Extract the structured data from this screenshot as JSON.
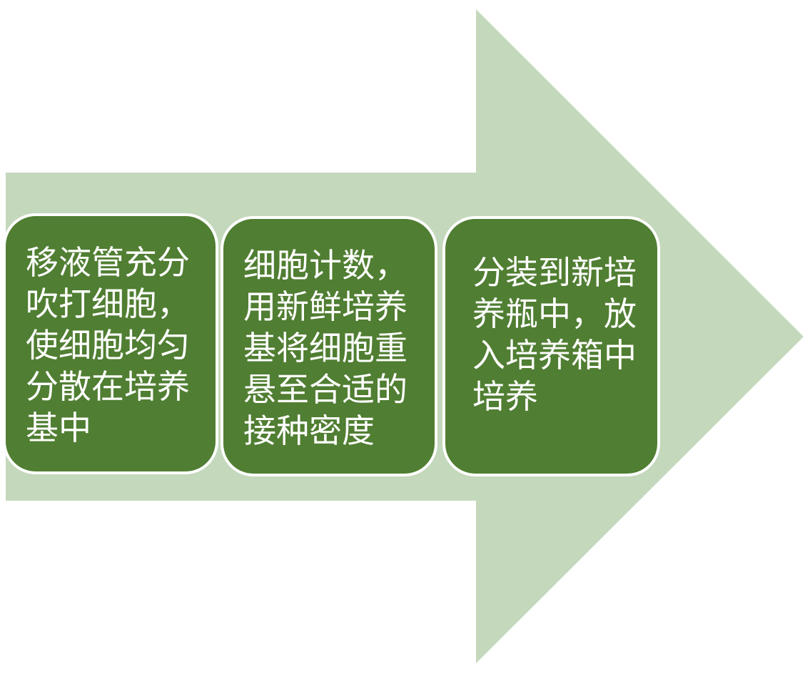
{
  "diagram": {
    "type": "process-arrow",
    "colors": {
      "arrow_fill": "#c4d8bc",
      "step_fill": "#507e32",
      "step_border": "#ffffff",
      "text": "#ffffff"
    },
    "steps": [
      {
        "text": "移液管充分吹打细胞，使细胞均匀分散在培养基中",
        "lines": [
          "移液管充分",
          "吹打细胞，",
          "使细胞均匀",
          "分散在培养",
          "基中"
        ]
      },
      {
        "text": "细胞计数，用新鲜培养基将细胞重悬至合适的接种密度",
        "lines": [
          "细胞计数，",
          "用新鲜培养",
          "基将细胞重",
          "悬至合适的",
          "接种密度"
        ]
      },
      {
        "text": "分装到新培养瓶中，放入培养箱中培养",
        "lines": [
          "分装到新培",
          "养瓶中，放",
          "入培养箱中",
          "培养"
        ]
      }
    ]
  }
}
